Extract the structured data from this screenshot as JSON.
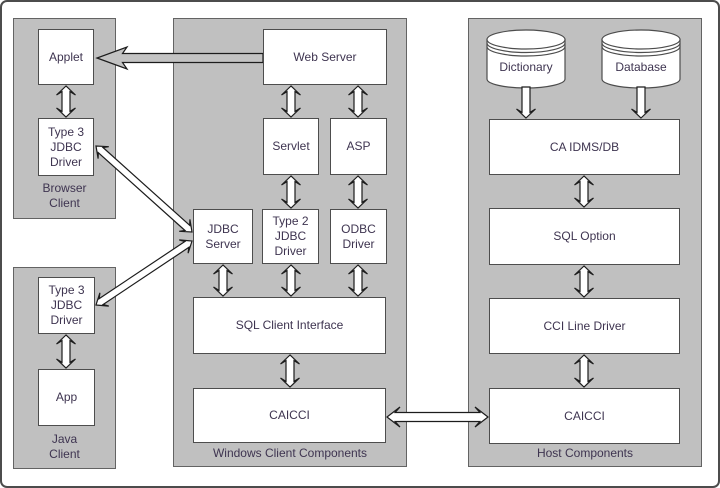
{
  "colors": {
    "canvas_bg": "#ffffff",
    "group_fill": "#c0c0c0",
    "group_border": "#636363",
    "box_fill": "#ffffff",
    "box_border": "#4d4d4d",
    "arrow_fill": "#ffffff",
    "arrow_gray_fill": "#c3c3c3",
    "arrow_stroke": "#1c1c1c",
    "text": "#3e3450"
  },
  "groups": {
    "browser_client": {
      "label": "Browser\nClient"
    },
    "java_client": {
      "label": "Java\nClient"
    },
    "windows_client": {
      "label": "Windows Client Components"
    },
    "host": {
      "label": "Host Components"
    }
  },
  "nodes": {
    "applet": {
      "label": "Applet"
    },
    "t3_browser": {
      "label": "Type 3\nJDBC\nDriver"
    },
    "web_server": {
      "label": "Web Server"
    },
    "servlet": {
      "label": "Servlet"
    },
    "asp": {
      "label": "ASP"
    },
    "jdbc_server": {
      "label": "JDBC\nServer"
    },
    "t2_driver": {
      "label": "Type 2\nJDBC\nDriver"
    },
    "odbc_driver": {
      "label": "ODBC\nDriver"
    },
    "sql_client_interface": {
      "label": "SQL Client Interface"
    },
    "caicci_windows": {
      "label": "CAICCI"
    },
    "dictionary": {
      "label": "Dictionary"
    },
    "database": {
      "label": "Database"
    },
    "ca_idms_db": {
      "label": "CA IDMS/DB"
    },
    "sql_option": {
      "label": "SQL Option"
    },
    "cci_line_driver": {
      "label": "CCI Line Driver"
    },
    "caicci_host": {
      "label": "CAICCI"
    },
    "t3_java": {
      "label": "Type 3\nJDBC\nDriver"
    },
    "app": {
      "label": "App"
    }
  }
}
